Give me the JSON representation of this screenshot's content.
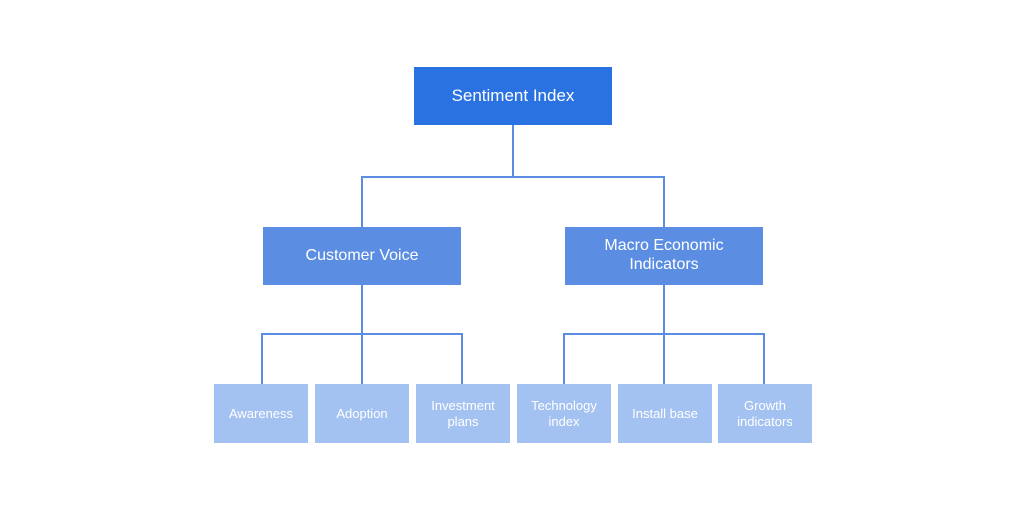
{
  "diagram": {
    "type": "hierarchy-tree",
    "title_node": "Sentiment Index",
    "background_color": "#ffffff",
    "connector_color": "#5b8ee3",
    "levels": [
      {
        "level": 1,
        "fill_color": "#2a72e2",
        "nodes": [
          {
            "id": "root",
            "label": "Sentiment Index"
          }
        ]
      },
      {
        "level": 2,
        "fill_color": "#5b8ee3",
        "nodes": [
          {
            "id": "customer-voice",
            "label": "Customer Voice"
          },
          {
            "id": "macro-economic-indicators",
            "label": "Macro Economic\nIndicators"
          }
        ]
      },
      {
        "level": 3,
        "fill_color": "#a4c2f1",
        "nodes": [
          {
            "id": "awareness",
            "label": "Awareness"
          },
          {
            "id": "adoption",
            "label": "Adoption"
          },
          {
            "id": "investment-plans",
            "label": "Investment\nplans"
          },
          {
            "id": "technology-index",
            "label": "Technology\nindex"
          },
          {
            "id": "install-base",
            "label": "Install base"
          },
          {
            "id": "growth-indicators",
            "label": "Growth\nindicators"
          }
        ]
      }
    ]
  }
}
